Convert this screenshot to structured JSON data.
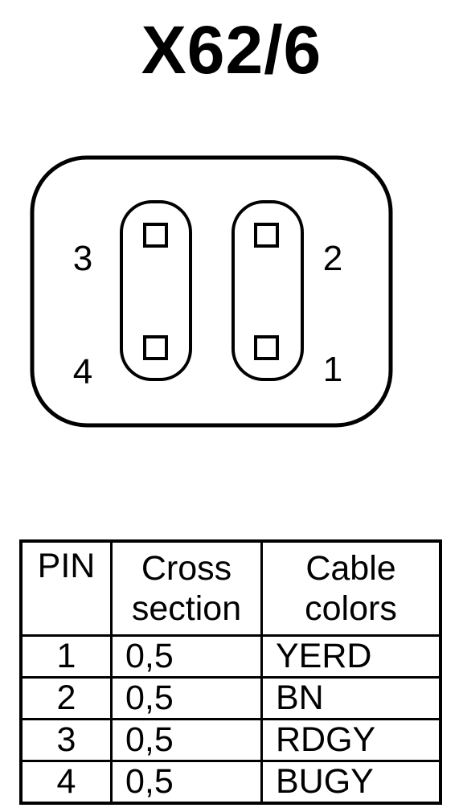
{
  "title": "X62/6",
  "connector": {
    "pin_labels": {
      "p1": "1",
      "p2": "2",
      "p3": "3",
      "p4": "4"
    }
  },
  "table": {
    "headers": {
      "pin": "PIN",
      "cross_line1": "Cross",
      "cross_line2": "section",
      "color_line1": "Cable",
      "color_line2": "colors"
    },
    "rows": [
      {
        "pin": "1",
        "cross": "0,5",
        "color": "YERD"
      },
      {
        "pin": "2",
        "cross": "0,5",
        "color": "BN"
      },
      {
        "pin": "3",
        "cross": "0,5",
        "color": "RDGY"
      },
      {
        "pin": "4",
        "cross": "0,5",
        "color": "BUGY"
      }
    ]
  }
}
